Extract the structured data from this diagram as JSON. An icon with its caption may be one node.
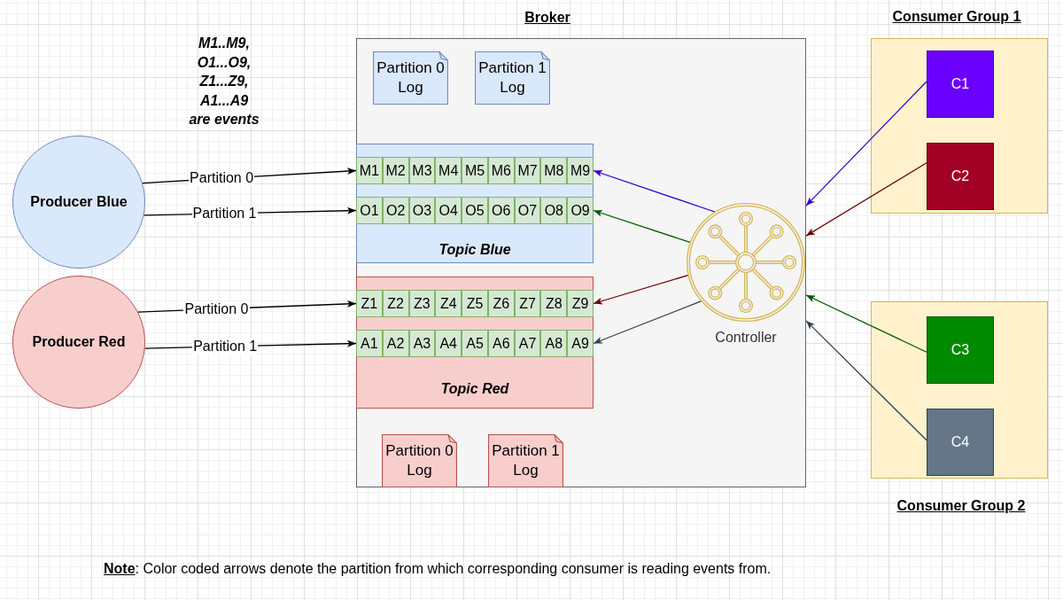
{
  "diagram": {
    "nodes": [
      {
        "text": [
          "Broker"
        ]
      },
      {
        "text": [
          "Partition 0 Log"
        ],
        "in": 0
      },
      {
        "text": [
          "Partition 1 Log"
        ],
        "in": 0
      },
      {
        "text": [
          "Topic Blue"
        ],
        "in": 0
      },
      {
        "text": [
          "M1"
        ],
        "in": 3
      },
      {
        "text": [
          "M2"
        ],
        "in": 3
      },
      {
        "text": [
          "M3"
        ],
        "in": 3
      },
      {
        "text": [
          "M4"
        ],
        "in": 3
      },
      {
        "text": [
          "M5"
        ],
        "in": 3
      },
      {
        "text": [
          "M6"
        ],
        "in": 3
      },
      {
        "text": [
          "M7"
        ],
        "in": 3
      },
      {
        "text": [
          "M8"
        ],
        "in": 3
      },
      {
        "text": [
          "M9"
        ],
        "in": 3
      },
      {
        "text": [
          "O1"
        ],
        "in": 3
      },
      {
        "text": [
          "O2"
        ],
        "in": 3
      },
      {
        "text": [
          "O3"
        ],
        "in": 3
      },
      {
        "text": [
          "O4"
        ],
        "in": 3
      },
      {
        "text": [
          "O5"
        ],
        "in": 3
      },
      {
        "text": [
          "O6"
        ],
        "in": 3
      },
      {
        "text": [
          "O7"
        ],
        "in": 3
      },
      {
        "text": [
          "O8"
        ],
        "in": 3
      },
      {
        "text": [
          "O9"
        ],
        "in": 3
      },
      {
        "text": [
          "Topic Red"
        ],
        "in": 0
      },
      {
        "text": [
          "Z1"
        ],
        "in": 22
      },
      {
        "text": [
          "Z2"
        ],
        "in": 22
      },
      {
        "text": [
          "Z3"
        ],
        "in": 22
      },
      {
        "text": [
          "Z4"
        ],
        "in": 22
      },
      {
        "text": [
          "Z5"
        ],
        "in": 22
      },
      {
        "text": [
          "Z6"
        ],
        "in": 22
      },
      {
        "text": [
          "Z7"
        ],
        "in": 22
      },
      {
        "text": [
          "Z8"
        ],
        "in": 22
      },
      {
        "text": [
          "Z9"
        ],
        "in": 22
      },
      {
        "text": [
          "A1"
        ],
        "in": 22
      },
      {
        "text": [
          "A2"
        ],
        "in": 22
      },
      {
        "text": [
          "A3"
        ],
        "in": 22
      },
      {
        "text": [
          "A4"
        ],
        "in": 22
      },
      {
        "text": [
          "A5"
        ],
        "in": 22
      },
      {
        "text": [
          "A6"
        ],
        "in": 22
      },
      {
        "text": [
          "A7"
        ],
        "in": 22
      },
      {
        "text": [
          "A8"
        ],
        "in": 22
      },
      {
        "text": [
          "A9"
        ],
        "in": 22
      },
      {
        "text": [
          "Partition 0 Log"
        ],
        "in": 0
      },
      {
        "text": [
          "Partition 1 Log"
        ],
        "in": 0
      },
      {
        "text": [
          "Controller"
        ],
        "in": 0
      },
      {
        "text": [
          "Producer Blue"
        ]
      },
      {
        "text": [
          "Producer Red"
        ]
      },
      {
        "text": [
          "Consumer Group 1"
        ]
      },
      {
        "text": [
          "C1"
        ],
        "in": 46
      },
      {
        "text": [
          "C2"
        ],
        "in": 46
      },
      {
        "text": [
          "Consumer Group 2"
        ]
      },
      {
        "text": [
          "C3"
        ],
        "in": 49
      },
      {
        "text": [
          "C4"
        ],
        "in": 49
      }
    ],
    "edges": [
      {
        "from": 44,
        "to": 4,
        "arrow": "to",
        "label": "Partition 0"
      },
      {
        "from": 44,
        "to": 13,
        "arrow": "to",
        "label": "Partition 1"
      },
      {
        "from": 45,
        "to": 23,
        "arrow": "to",
        "label": "Partition 0"
      },
      {
        "from": 45,
        "to": 32,
        "arrow": "to",
        "label": "Partition 1"
      },
      {
        "from": 43,
        "to": 12,
        "arrow": "to",
        "color": "#3700cc"
      },
      {
        "from": 43,
        "to": 21,
        "arrow": "to",
        "color": "#005700"
      },
      {
        "from": 43,
        "to": 31,
        "arrow": "to",
        "color": "#6f0000"
      },
      {
        "from": 43,
        "to": 40,
        "arrow": "to",
        "color": "#314354"
      },
      {
        "from": 47,
        "to": 0,
        "arrow": "to",
        "color": "#3700cc"
      },
      {
        "from": 48,
        "to": 0,
        "arrow": "to",
        "color": "#6f0000"
      },
      {
        "from": 50,
        "to": 0,
        "arrow": "to",
        "color": "#005700"
      },
      {
        "from": 51,
        "to": 0,
        "arrow": "to",
        "color": "#314354"
      }
    ],
    "labels": [
      "M1..M9, O1...O9, Z1...Z9, A1...A9 are events",
      "**Note**: Color coded arrows denote the partition from which corresponding consumer is reading events from."
    ]
  }
}
